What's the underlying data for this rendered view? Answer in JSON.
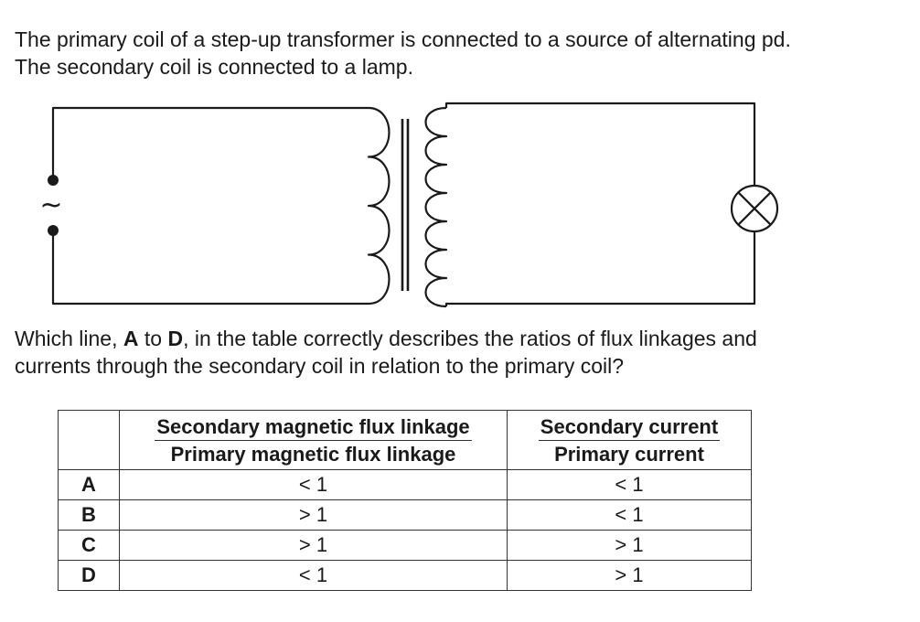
{
  "question": {
    "intro_line1": "The primary coil of a step-up transformer is connected to a source of alternating pd.",
    "intro_line2": "The secondary coil is connected to a lamp.",
    "prompt_line1_a": "Which line, ",
    "prompt_line1_b": "A",
    "prompt_line1_c": " to ",
    "prompt_line1_d": "D",
    "prompt_line1_e": ", in the table correctly describes the ratios of flux linkages and",
    "prompt_line2": "currents through the secondary coil in relation to the primary coil?"
  },
  "circuit": {
    "source_symbol": "~",
    "source_icon": "ac-source-icon",
    "lamp_icon": "lamp-icon",
    "primary_loops": 4,
    "secondary_loops": 7
  },
  "table": {
    "col1_num": "Secondary magnetic flux linkage",
    "col1_den": "Primary magnetic flux linkage",
    "col2_num": "Secondary current",
    "col2_den": "Primary current",
    "rows": [
      {
        "letter": "A",
        "flux": "< 1",
        "current": "< 1"
      },
      {
        "letter": "B",
        "flux": "> 1",
        "current": "< 1"
      },
      {
        "letter": "C",
        "flux": "> 1",
        "current": "> 1"
      },
      {
        "letter": "D",
        "flux": "< 1",
        "current": "> 1"
      }
    ]
  }
}
